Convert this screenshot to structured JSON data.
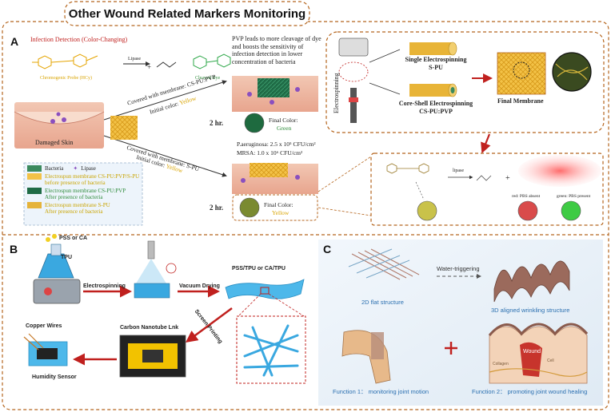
{
  "title": "Other Wound Related Markers Monitoring",
  "panels": {
    "a": "A",
    "b": "B",
    "c": "C"
  },
  "panelA": {
    "infection_detection": "Infection Detection (Color-Changing)",
    "probe_label": "Chromogenic Probe (HCy)",
    "lipase": "Lipase",
    "cleaved_dye": "Cleaved Dye",
    "damaged_skin": "Damaged Skin",
    "covered_pvp": "Covered with membrane: CS-PU:PVP",
    "initial_color_prefix": "Initial color: ",
    "initial_color_value": "Yellow",
    "covered_spu": "Covered with membrane: S-PU",
    "pvp_note": "PVP leads to more cleavage of dye and boosts the sensitivity of infection detection in lower concentration of bacteria",
    "time1": "2 hr.",
    "time2": "2 hr.",
    "final_color_label": "Final Color:",
    "final_green": "Green",
    "final_yellow": "Yellow",
    "conc1": "P.aeruginosa:  2.5 x 10⁵ CFU/cm²",
    "conc2": "MRSA: 1.0 x 10⁶ CFU/cm²",
    "electrospinning": "Electrospinning",
    "single": "Single Electrospinning",
    "spu": "S-PU",
    "coreshell": "Core-Shell Electrospinning",
    "cspupvp": "CS-PU:PVP",
    "final_membrane": "Final Membrane",
    "lipase2": "lipase",
    "red_pbs": "red: PBS absent",
    "green_pbs": "green: PBS present",
    "legend": {
      "bacteria": "Bacteria",
      "lipase": "Lipase",
      "m1a": "Electrospun membrane CS-PU:PVP/S-PU",
      "m1b": "before presence of bacteria",
      "m2a": "Electrospun membrane CS-PU:PVP",
      "m2b": "After presence of bacteria",
      "m3a": "Electrospun membrane S-PU",
      "m3b": "After presence of bacteria"
    }
  },
  "panelB": {
    "pss_ca": "PSS or CA",
    "tpu": "TPU",
    "electrospinning": "Electrospinning",
    "vacuum": "Vacuum Drying",
    "pss_tpu": "PSS/TPU or CA/TPU",
    "screen_printing": "Screen Printing",
    "cnt_ink": "Carbon Nanotube Lnk",
    "copper": "Copper Wires",
    "humidity": "Humidity Sensor"
  },
  "panelC": {
    "water": "Water-triggering",
    "flat": "2D flat structure",
    "wrinkle": "3D aligned wrinkling structure",
    "func1": "Function 1： monitoring joint motion",
    "func2": "Function 2： promoting joint wound healing",
    "wound": "Wound",
    "collagen": "Collagen",
    "cells": "Cell"
  },
  "colors": {
    "border_orange": "#b5651d",
    "arrow_red": "#c0201e",
    "green_text": "#2e8b3a",
    "yellow_text": "#d9a400",
    "panel_c_bg": "#e8f1f8"
  }
}
